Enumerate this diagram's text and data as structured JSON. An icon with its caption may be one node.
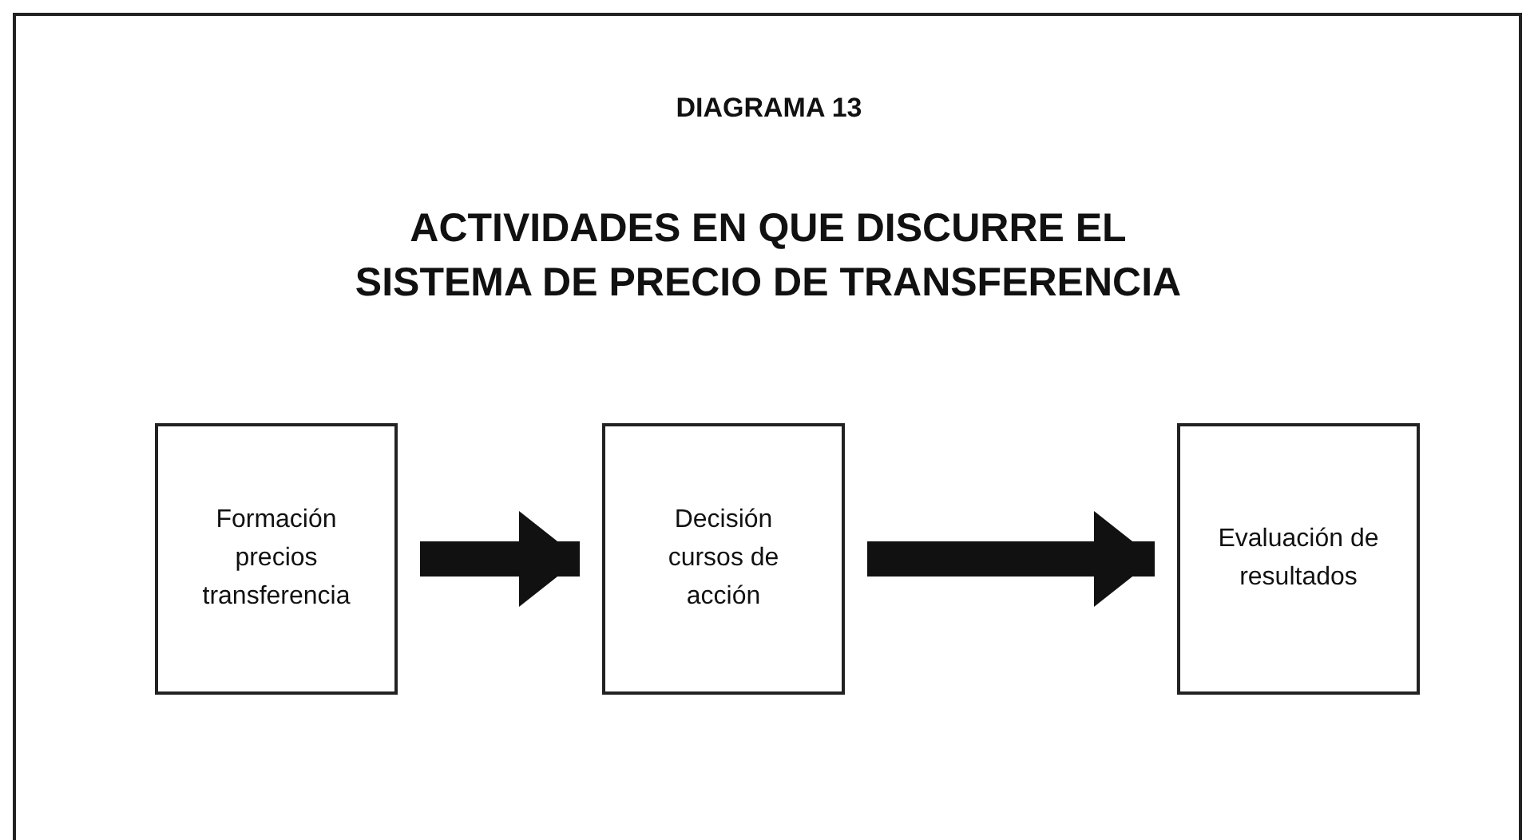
{
  "diagram": {
    "title": "ACTIVIDADES EN QUE DISCURRE EL SISTEMA DE PRECIO DE TRANSFERENCIA",
    "nodes": [
      {
        "text": [
          "Formación precios transferencia"
        ]
      },
      {
        "text": [
          "Decisión cursos de acción"
        ]
      },
      {
        "text": [
          "Evaluación de resultados"
        ]
      }
    ],
    "edges": [
      {
        "from": 0,
        "to": 1,
        "arrow": "to"
      },
      {
        "from": 1,
        "to": 2,
        "arrow": "to"
      }
    ],
    "labels": [
      "DIAGRAMA 13"
    ]
  }
}
